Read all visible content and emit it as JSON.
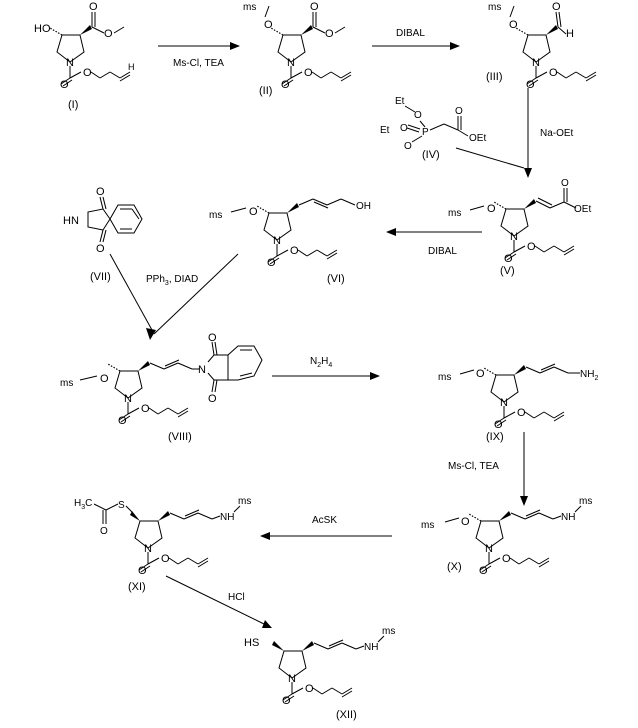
{
  "compounds": [
    {
      "id": "I",
      "label": "(I)"
    },
    {
      "id": "II",
      "label": "(II)"
    },
    {
      "id": "III",
      "label": "(III)"
    },
    {
      "id": "IV",
      "label": "(IV)"
    },
    {
      "id": "V",
      "label": "(V)"
    },
    {
      "id": "VI",
      "label": "(VI)"
    },
    {
      "id": "VII",
      "label": "(VII)"
    },
    {
      "id": "VIII",
      "label": "(VIII)"
    },
    {
      "id": "IX",
      "label": "(IX)"
    },
    {
      "id": "X",
      "label": "(X)"
    },
    {
      "id": "XI",
      "label": "(XI)"
    },
    {
      "id": "XII",
      "label": "(XII)"
    }
  ],
  "reagents": {
    "step_1": "Ms-Cl, TEA",
    "step_2": "DIBAL",
    "step_3": "Na-OEt",
    "step_4": "DIBAL",
    "step_5": "PPh",
    "step_5_sub": "3",
    "step_5_rest": ", DIAD",
    "step_6": "N",
    "step_6_sub1": "2",
    "step_6_mid": "H",
    "step_6_sub2": "4",
    "step_7": "Ms-Cl,  TEA",
    "step_8": "AcSK",
    "step_9": "HCl"
  },
  "atoms": {
    "HO": "HO",
    "N": "N",
    "O": "O",
    "H": "H",
    "HN": "HN",
    "NH": "NH",
    "NH2": "NH",
    "sub2": "2",
    "ms": "ms",
    "Et": "Et",
    "P": "P",
    "OEt": "OEt",
    "OH": "OH",
    "S": "S",
    "HS": "HS",
    "H3C": "H",
    "H3C_sub": "3",
    "H3C_C": "C"
  }
}
